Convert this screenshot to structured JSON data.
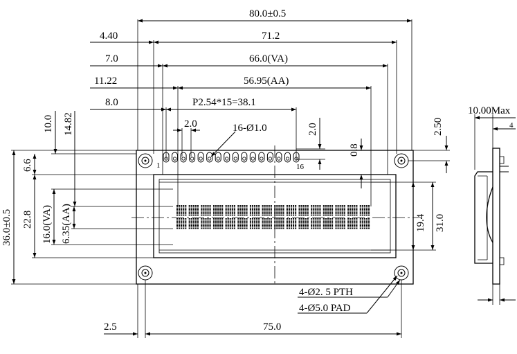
{
  "top_dimensions": {
    "overall_width": "80.0±0.5",
    "mount_hole_pitch": "71.2",
    "view_area_width": "66.0(VA)",
    "active_area_width": "56.95(AA)",
    "pin_row_length": "P2.54*15=38.1",
    "pin_pitch": "2.0",
    "pin_holes": "16-Ø1.0"
  },
  "left_offsets": {
    "hole_offset": "4.40",
    "va_offset": "7.0",
    "aa_offset": "11.22",
    "pin_offset": "8.0"
  },
  "left_vertical": {
    "overall_height": "36.0±0.5",
    "top_to_va": "6.6",
    "va_height_frame": "22.8",
    "va_height": "16.0(VA)",
    "aa_height": "6.35(AA)",
    "top_to_pin": "10.0",
    "top_to_aa": "14.82"
  },
  "right_vertical": {
    "pin_height": "2.0",
    "pin_offset": "0.8",
    "hole_offset_top": "2.50",
    "inner_height": "19.4",
    "hole_pitch_vertical": "31.0"
  },
  "bottom_dimensions": {
    "hole_offset": "2.5",
    "hole_pitch": "75.0"
  },
  "pin_labels": {
    "first": "1",
    "last": "16"
  },
  "hole_notes": {
    "pth": "4-Ø2. 5 PTH",
    "pad": "4-Ø5.0 PAD"
  },
  "side_view": {
    "thickness": "10.00Max"
  },
  "display": {
    "columns": 16,
    "rows": 2
  }
}
